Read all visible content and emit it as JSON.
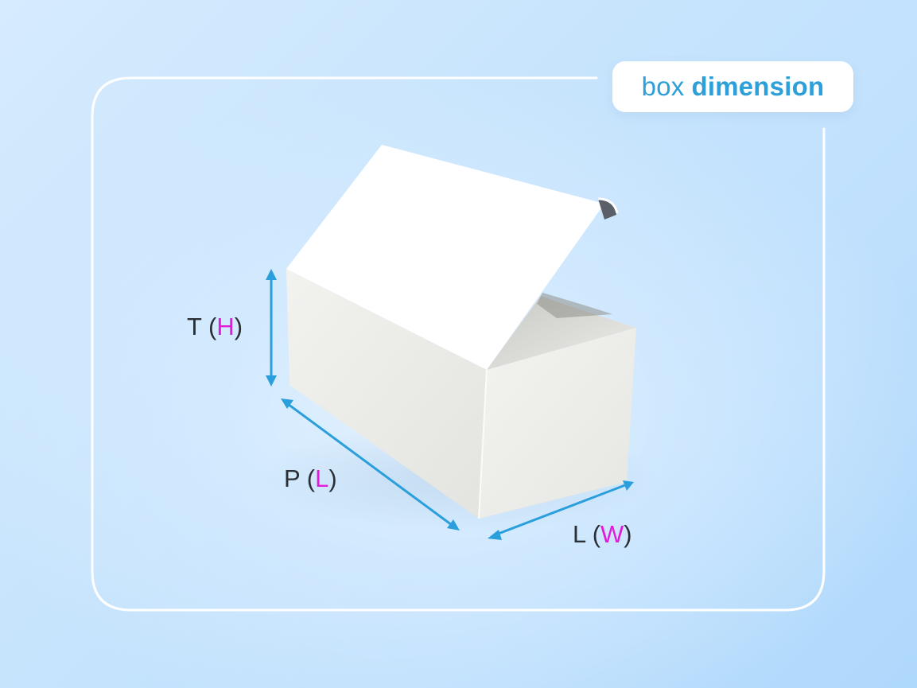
{
  "badge": {
    "light": "box",
    "bold": "dimension"
  },
  "dimensions": {
    "height": {
      "primary": "T",
      "secondary": "H"
    },
    "length": {
      "primary": "P",
      "secondary": "L"
    },
    "width": {
      "primary": "L",
      "secondary": "W"
    }
  },
  "colors": {
    "accent_blue": "#2d9fd9",
    "arrow_blue": "#2a9fdc",
    "label_magenta": "#e21ad9",
    "label_dark": "#2b2f36"
  }
}
